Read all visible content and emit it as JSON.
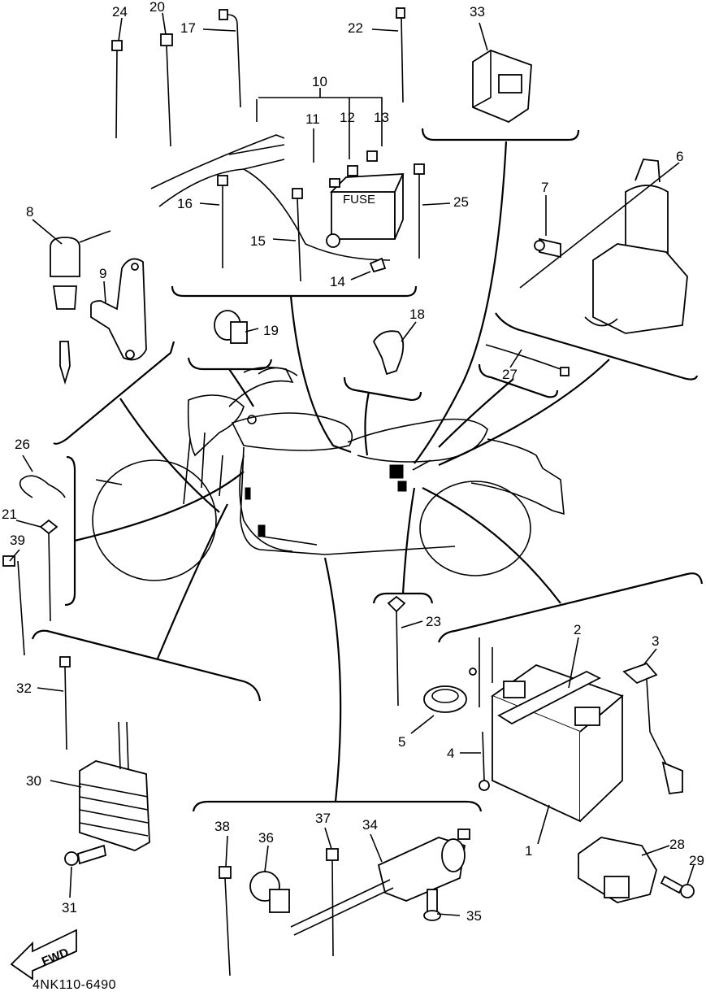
{
  "diagram": {
    "drawing_code": "4NK110-6490",
    "fwd_label": "FWD",
    "fuse_label": "FUSE",
    "callouts": {
      "c1": "1",
      "c2": "2",
      "c3": "3",
      "c4": "4",
      "c5": "5",
      "c6": "6",
      "c7": "7",
      "c8": "8",
      "c9": "9",
      "c10": "10",
      "c11": "11",
      "c12": "12",
      "c13": "13",
      "c14": "14",
      "c15": "15",
      "c16": "16",
      "c17": "17",
      "c18": "18",
      "c19": "19",
      "c20": "20",
      "c21": "21",
      "c22": "22",
      "c23": "23",
      "c24": "24",
      "c25": "25",
      "c26": "26",
      "c27": "27",
      "c28": "28",
      "c29": "29",
      "c30": "30",
      "c31": "31",
      "c32": "32",
      "c33": "33",
      "c34": "34",
      "c35": "35",
      "c36": "36",
      "c37": "37",
      "c38": "38",
      "c39": "39"
    }
  }
}
